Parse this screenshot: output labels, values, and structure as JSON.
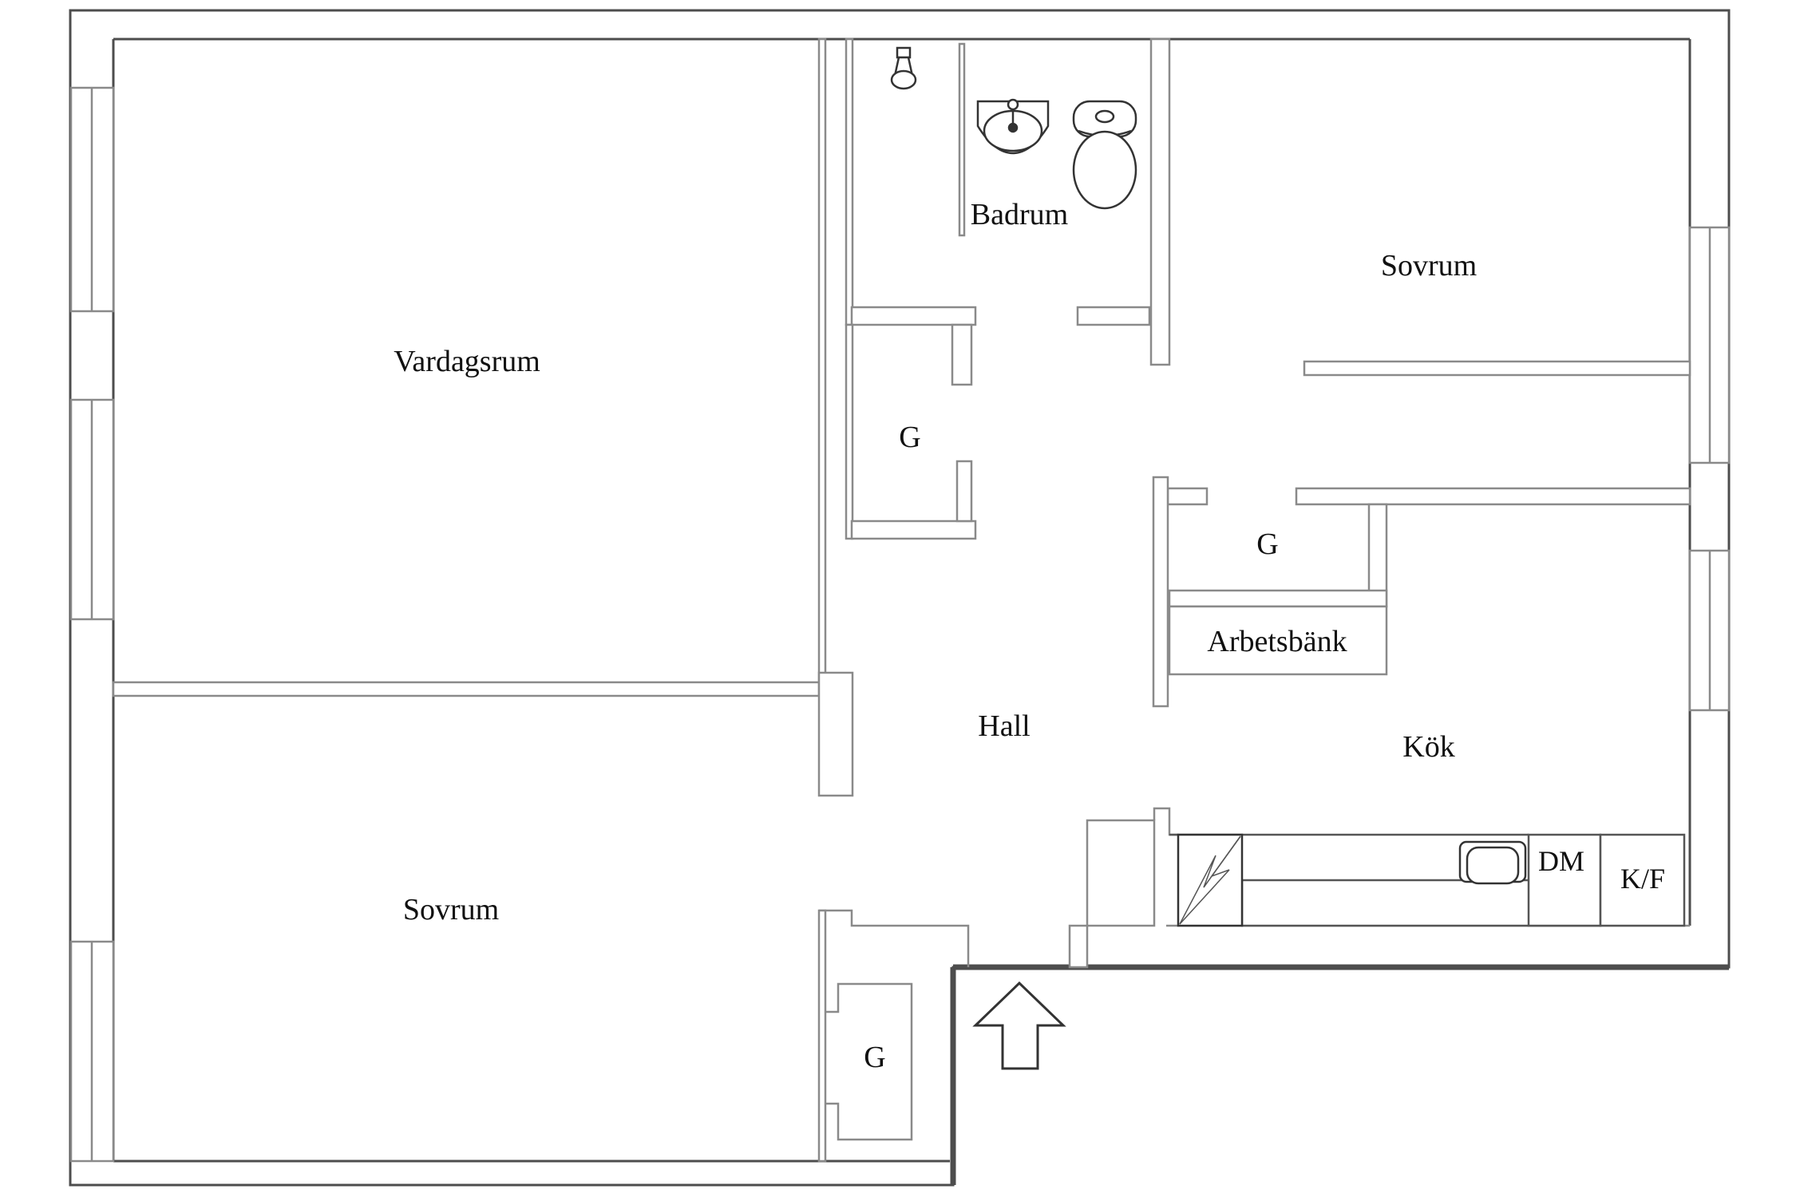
{
  "plan": {
    "labels": {
      "living_room": "Vardagsrum",
      "bathroom": "Badrum",
      "bedroom_top": "Sovrum",
      "bedroom_bottom": "Sovrum",
      "hall": "Hall",
      "kitchen": "Kök",
      "workbench": "Arbetsbänk",
      "closet_hall": "G",
      "closet_kitchen": "G",
      "closet_bedroom": "G",
      "dishwasher": "DM",
      "fridge_freezer": "K/F"
    },
    "colors": {
      "wall_outer": "#4d4d4d",
      "wall_inner": "#8a8a8a",
      "fixture_line": "#333333",
      "background": "#ffffff",
      "text": "#111111"
    },
    "windows": {
      "left_wall": 3,
      "right_wall": 2
    }
  }
}
